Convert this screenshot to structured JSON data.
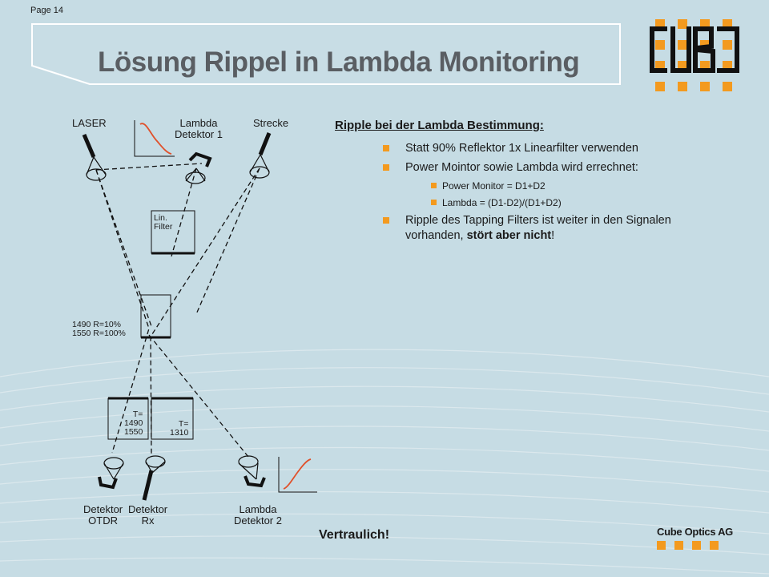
{
  "page": {
    "label": "Page 14",
    "title": "Lösung Rippel in Lambda Monitoring",
    "footer": "Vertraulich!"
  },
  "logo": {
    "text": "CUBO",
    "company": "Cube Optics AG",
    "color": "#f39a1f"
  },
  "diagram": {
    "laser": "LASER",
    "lambda1": [
      "Lambda",
      "Detektor 1"
    ],
    "strecke": "Strecke",
    "lin_filter": [
      "Lin.",
      "Filter"
    ],
    "splitter": [
      "1490 R=10%",
      "1550 R=100%"
    ],
    "filter_a": [
      "T=",
      "1490",
      "1550"
    ],
    "filter_b": [
      "T=",
      "1310"
    ],
    "det_otdr": [
      "Detektor",
      "OTDR"
    ],
    "det_rx": [
      "Detektor",
      "Rx"
    ],
    "lambda2": [
      "Lambda",
      "Detektor 2"
    ]
  },
  "content": {
    "heading": "Ripple bei der Lambda Bestimmung:",
    "b1": "Statt 90% Reflektor 1x Linearfilter verwenden",
    "b2": "Power Mointor sowie Lambda wird errechnet:",
    "b2a": "Power Monitor = D1+D2",
    "b2b": "Lambda = (D1-D2)/(D1+D2)",
    "b3_pre": "Ripple des Tapping Filters ist weiter in den Signalen vorhanden, ",
    "b3_bold": "stört aber nicht",
    "b3_post": "!"
  }
}
